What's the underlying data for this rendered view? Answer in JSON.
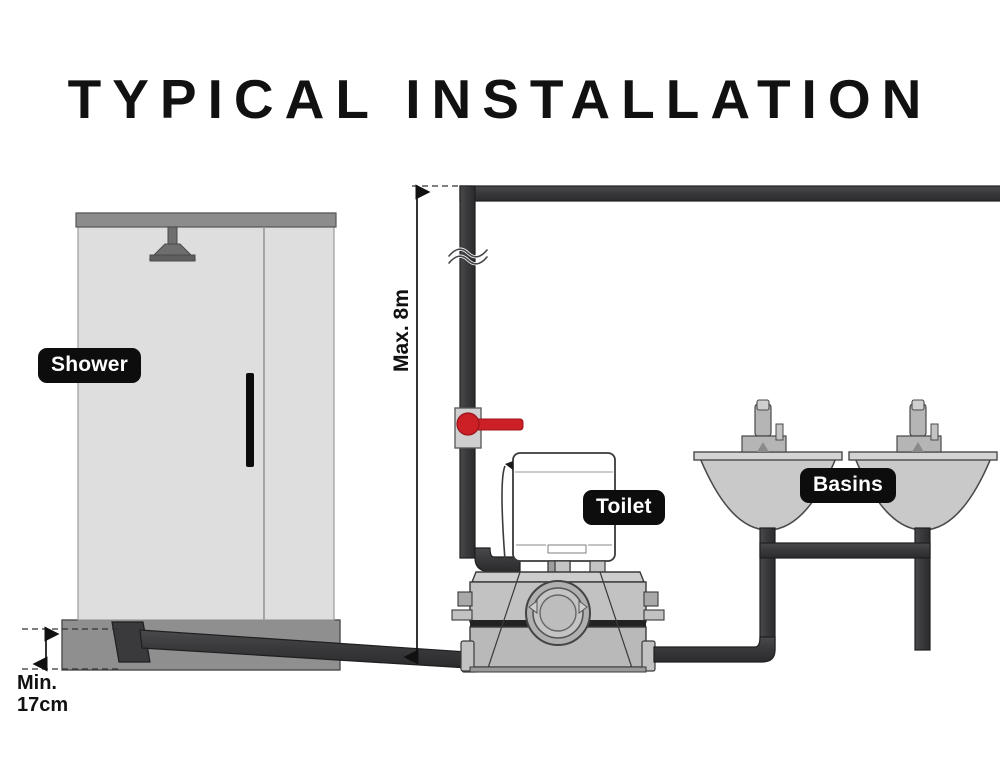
{
  "page": {
    "title": "TYPICAL INSTALLATION",
    "background_color": "#ffffff"
  },
  "labels": {
    "shower": "Shower",
    "toilet": "Toilet",
    "basins": "Basins"
  },
  "dimensions": {
    "vertical_head": "Max. 8m",
    "min_height_line1": "Min.",
    "min_height_line2": "17cm"
  },
  "colors": {
    "text": "#111111",
    "badge_background": "#0d0d0d",
    "badge_text": "#ffffff",
    "pipe": "#3a3a3c",
    "pipe_outline": "#1f1f21",
    "valve_handle": "#cc2026",
    "glass_panel": "#dedede",
    "shower_frame": "#8c8c8c",
    "shower_tray": "#8f8f8f",
    "pump_body": "#b9b9b9",
    "pump_dark": "#6e6e6e",
    "basin_bowl": "#c9c9c9",
    "tap_metal": "#a8a8a8",
    "cistern": "#ffffff",
    "outline": "#333333",
    "dash_line": "#333333"
  },
  "icons": {
    "shower_head": "shower-head-icon",
    "door_handle": "door-handle-icon",
    "break_symbol": "pipe-break-symbol-icon",
    "valve": "ball-valve-icon",
    "arrow_up": "arrow-up-icon",
    "arrow_down": "arrow-down-icon"
  },
  "components": {
    "shower_enclosure": "shower-enclosure",
    "toilet_cistern": "toilet-cistern",
    "macerator_pump": "macerator-pump-unit",
    "basin_left": "basin-left",
    "basin_right": "basin-right",
    "discharge_pipe": "discharge-pipe",
    "shower_waste_pipe": "shower-waste-pipe",
    "basin_waste_pipe": "basin-waste-pipe",
    "toilet_outlet": "toilet-outlet-pipe"
  }
}
